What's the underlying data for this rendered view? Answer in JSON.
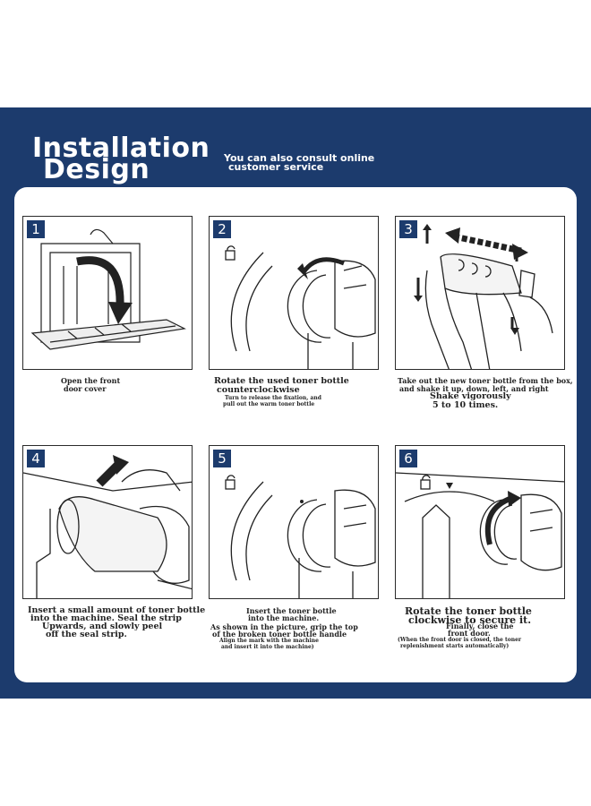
{
  "header": {
    "title_line1": "Installation",
    "title_line2": "Design",
    "subtitle_line1": "You can also consult online",
    "subtitle_line2": "customer service"
  },
  "colors": {
    "banner": "#1c3b6d",
    "panel": "#ffffff",
    "text": "#222222"
  },
  "steps": [
    {
      "number": "1",
      "icon": "open-front-cover-illustration",
      "caption": [
        "Open the front",
        "door cover"
      ]
    },
    {
      "number": "2",
      "icon": "rotate-counterclockwise-illustration",
      "caption": [
        "Rotate the used toner bottle",
        "counterclockwise"
      ],
      "note": [
        "Turn to release the fixation, and",
        "pull out the warm toner bottle"
      ]
    },
    {
      "number": "3",
      "icon": "shake-bottle-illustration",
      "caption": [
        "Take out the new toner bottle from the box,",
        "and shake it up, down, left, and right"
      ],
      "emphasis": [
        "Shake vigorously",
        "5 to 10 times."
      ]
    },
    {
      "number": "4",
      "icon": "peel-seal-strip-illustration",
      "caption": [
        "Insert a small amount of toner bottle",
        "into the machine. Seal the strip",
        "Upwards, and slowly peel",
        "off the seal strip."
      ]
    },
    {
      "number": "5",
      "icon": "insert-bottle-illustration",
      "caption": [
        "Insert the toner bottle",
        "into the machine.",
        "As shown in the picture, grip the top",
        "of the broken toner bottle handle"
      ],
      "note": [
        "Align the mark with the machine",
        "and insert it into the machine)"
      ]
    },
    {
      "number": "6",
      "icon": "rotate-clockwise-illustration",
      "caption": [
        "Rotate the toner bottle",
        "clockwise to secure it."
      ],
      "sub": [
        "Finally, close the",
        "front door."
      ],
      "note": [
        "(When the front door is closed, the toner",
        "replenishment starts automatically)"
      ]
    }
  ]
}
